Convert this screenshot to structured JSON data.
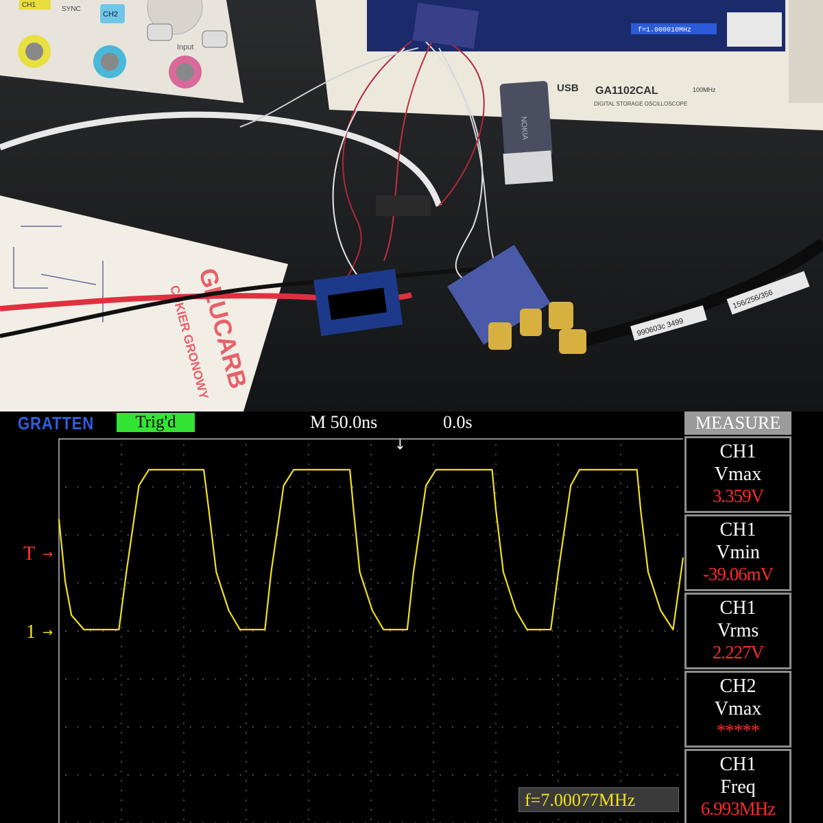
{
  "scope": {
    "brand": "GRATTEN",
    "trigger_status": "Trig'd",
    "timebase": "M  50.0ns",
    "trigger_offset": "0.0s",
    "trigger_level_marker": "T",
    "channel1_marker": "1",
    "frequency_counter": "f=7.00077MHz"
  },
  "measure_menu": {
    "title": "MEASURE",
    "items": [
      {
        "source": "CH1",
        "type": "Vmax",
        "value": "3.359V"
      },
      {
        "source": "CH1",
        "type": "Vmin",
        "value": "-39.06mV"
      },
      {
        "source": "CH1",
        "type": "Vrms",
        "value": "2.227V"
      },
      {
        "source": "CH2",
        "type": "Vmax",
        "value": "*****"
      },
      {
        "source": "CH1",
        "type": "Freq",
        "value": "6.993MHz"
      }
    ]
  },
  "photo": {
    "oscilloscope_model": "GA1102CAL",
    "oscilloscope_label": "USB",
    "bandwidth": "100MHz",
    "scope_subtitle": "DIGITAL STORAGE OSCILLOSCOPE",
    "scope_screen_text": "f=1.000010MHz",
    "channel_buttons": [
      "CH1",
      "SYNC",
      "CH2"
    ],
    "generator_input_label": "Input",
    "usb_stick_brand": "NOKIA",
    "cable_label_1": "156/256/356",
    "cable_label_2": "990603c 3499",
    "paper_text_1": "GLUCARB",
    "paper_text_2": "CUKIER GRONOWY"
  },
  "colors": {
    "trace_ch1": "#f2e21a",
    "trigger_marker": "#ff3a2a",
    "trig_status_bg": "#34e434",
    "brand": "#2f5fe0",
    "measure_value": "#ff2a2a",
    "menu_frame": "#8e8e8e"
  },
  "chart_data": {
    "type": "line",
    "title": "",
    "xlabel": "",
    "ylabel": "",
    "x_unit": "ns",
    "x_range": [
      -250,
      250
    ],
    "x_divisions": 10,
    "y_divisions": 8,
    "grid": true,
    "series": [
      {
        "name": "CH1",
        "x": [
          -250,
          -245,
          -240,
          -230,
          -202,
          -196,
          -186,
          -178,
          -164,
          -134,
          -130,
          -124,
          -114,
          -105,
          -85,
          -80,
          -70,
          -62,
          -47,
          -17,
          -14,
          -9,
          1,
          10,
          29,
          34,
          44,
          52,
          67,
          97,
          100,
          106,
          116,
          125,
          144,
          150,
          160,
          167,
          183,
          213,
          216,
          222,
          232,
          242,
          250
        ],
        "y": [
          2.3,
          1.0,
          0.3,
          0.0,
          0.0,
          1.2,
          3.0,
          3.33,
          3.33,
          3.33,
          2.5,
          1.2,
          0.4,
          0.0,
          0.0,
          1.2,
          3.0,
          3.33,
          3.33,
          3.33,
          2.5,
          1.2,
          0.4,
          0.0,
          0.0,
          1.2,
          3.0,
          3.33,
          3.33,
          3.33,
          2.5,
          1.2,
          0.4,
          0.0,
          0.0,
          1.2,
          3.0,
          3.33,
          3.33,
          3.33,
          2.5,
          1.2,
          0.4,
          0.0,
          1.5
        ]
      }
    ]
  }
}
